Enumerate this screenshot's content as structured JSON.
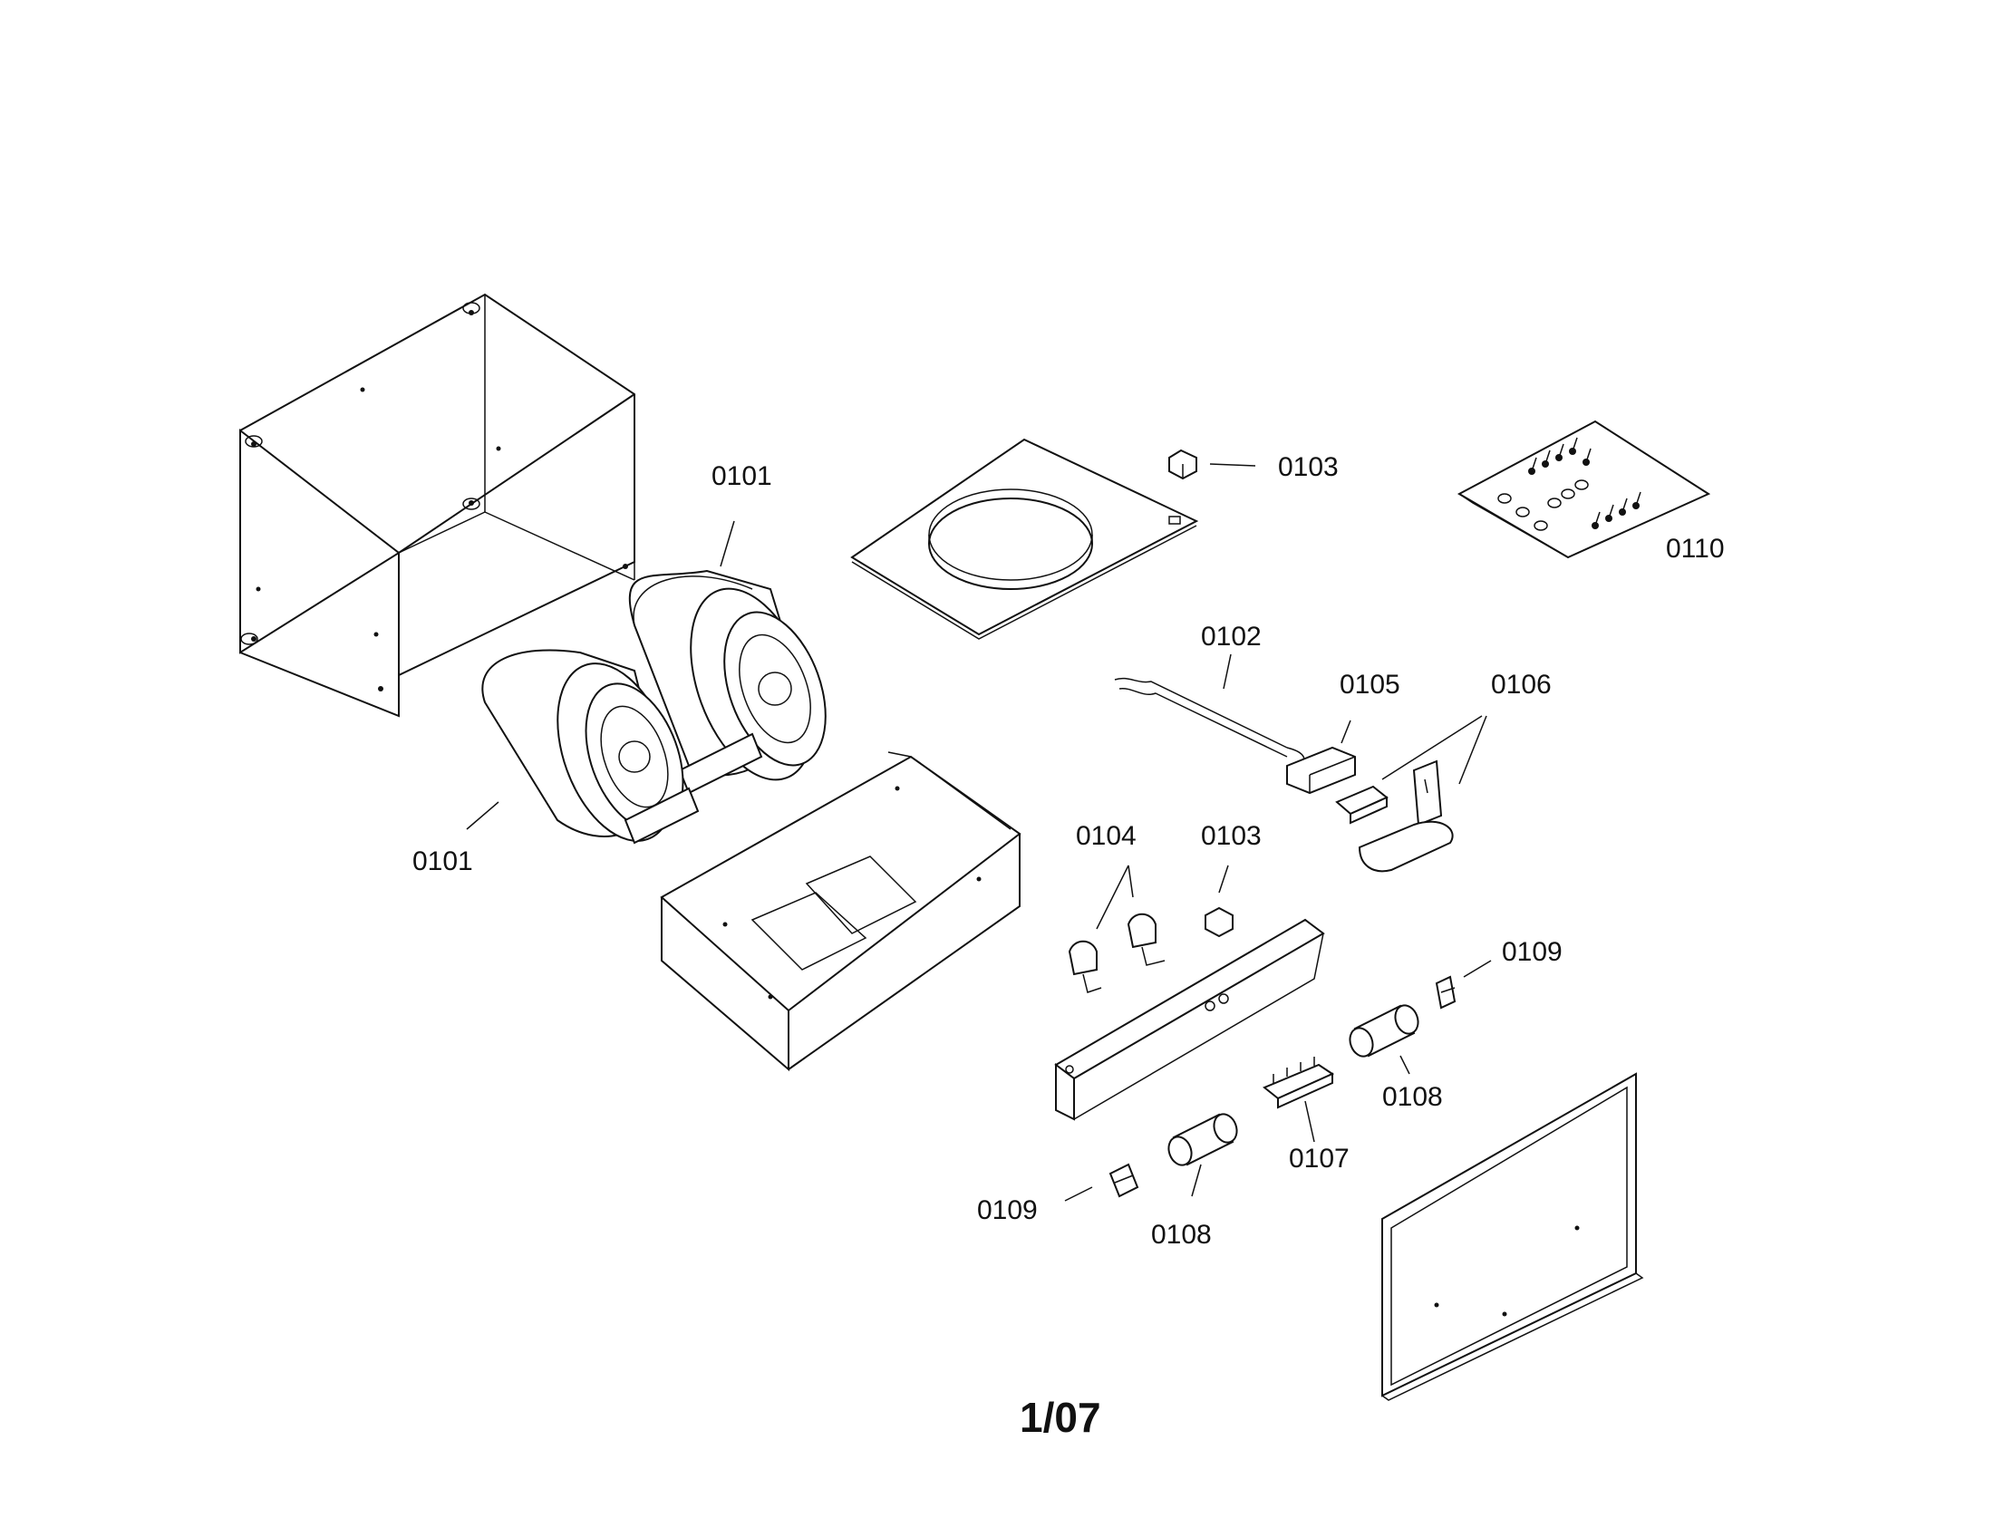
{
  "diagram": {
    "page_number": "1/07",
    "callouts": [
      {
        "id": "c1",
        "text": "0101"
      },
      {
        "id": "c2",
        "text": "0101"
      },
      {
        "id": "c3",
        "text": "0103"
      },
      {
        "id": "c4",
        "text": "0110"
      },
      {
        "id": "c5",
        "text": "0102"
      },
      {
        "id": "c6",
        "text": "0105"
      },
      {
        "id": "c7",
        "text": "0106"
      },
      {
        "id": "c8",
        "text": "0104"
      },
      {
        "id": "c9",
        "text": "0103"
      },
      {
        "id": "c10",
        "text": "0109"
      },
      {
        "id": "c11",
        "text": "0108"
      },
      {
        "id": "c12",
        "text": "0107"
      },
      {
        "id": "c13",
        "text": "0109"
      },
      {
        "id": "c14",
        "text": "0108"
      }
    ]
  }
}
